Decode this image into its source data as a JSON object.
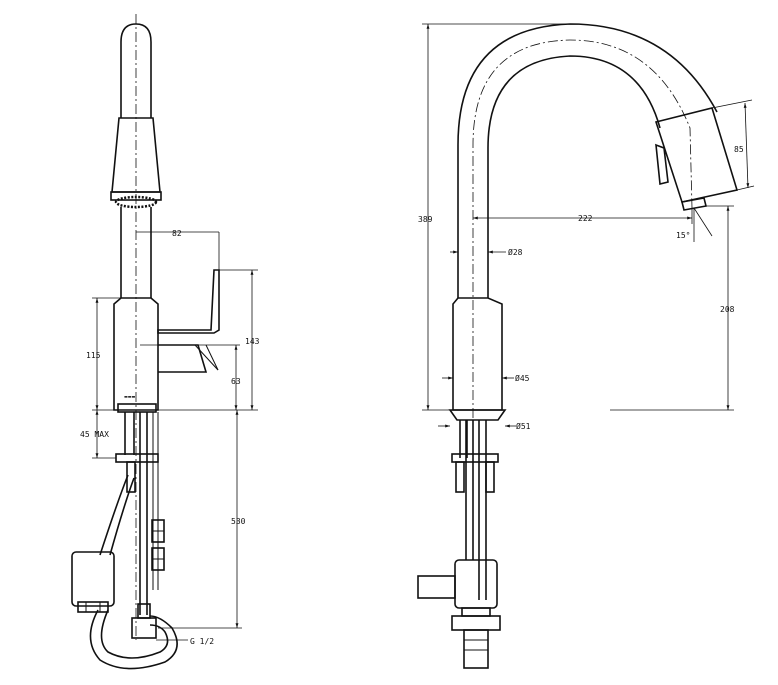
{
  "front_view": {
    "dim_spout_offset": "82",
    "dim_body_height": "115",
    "dim_total_height": "143",
    "dim_handle_height": "63",
    "dim_deck_thickness": "45 MAX",
    "dim_hose_length": "530",
    "dim_connection": "G 1/2"
  },
  "side_view": {
    "dim_overall_height": "389",
    "dim_reach": "222",
    "dim_head_width": "85",
    "dim_outlet_height": "208",
    "dim_angle": "15°",
    "dim_spout_dia": "Ø28",
    "dim_body_dia": "Ø45",
    "dim_base_dia": "Ø51"
  }
}
